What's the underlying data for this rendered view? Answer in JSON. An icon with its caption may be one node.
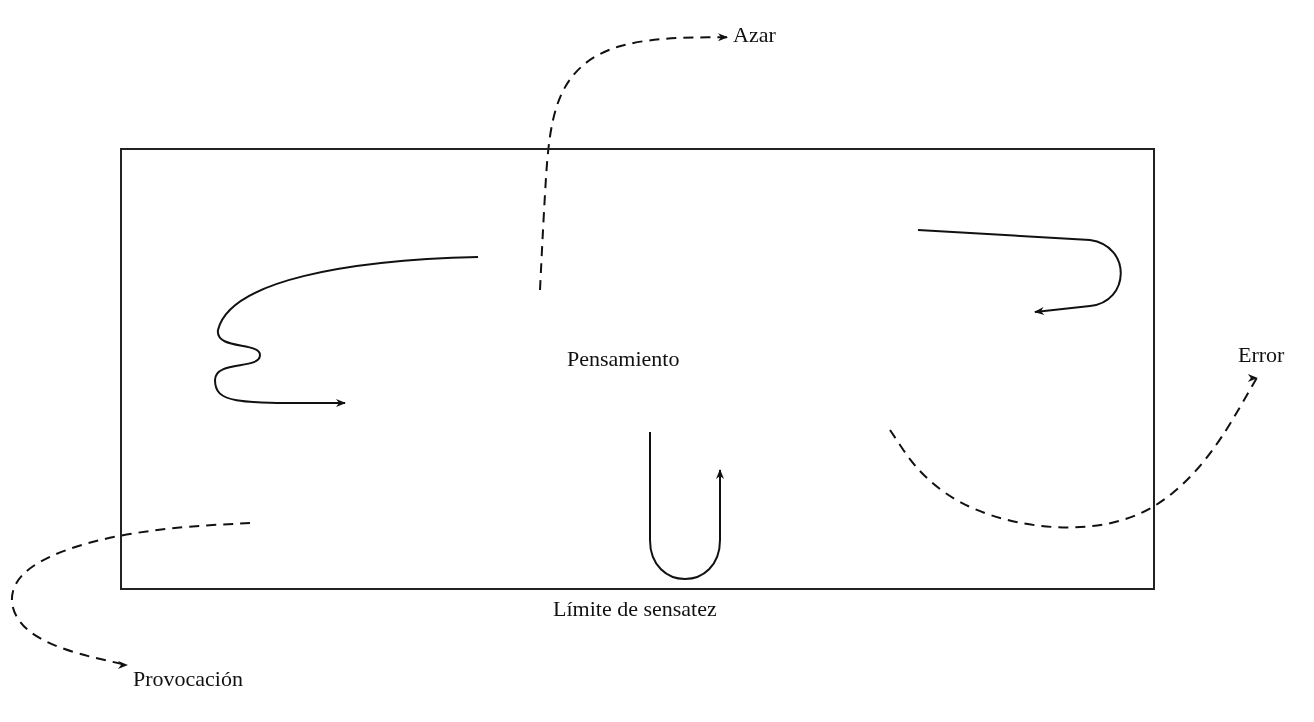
{
  "diagram": {
    "nodes": [
      {
        "text": [
          "Pensamiento"
        ],
        "beside": [
          "Límite de sensatez"
        ]
      },
      {
        "text": [
          "Azar"
        ]
      },
      {
        "text": [
          "Error"
        ]
      },
      {
        "text": [
          "Provocación"
        ]
      }
    ],
    "edges": [
      {
        "from": 0,
        "to": 1,
        "arrow": "to",
        "style": "dashed"
      },
      {
        "from": 0,
        "to": 2,
        "arrow": "to",
        "style": "dashed"
      },
      {
        "from": 0,
        "to": 3,
        "arrow": "to",
        "style": "dashed"
      }
    ]
  }
}
